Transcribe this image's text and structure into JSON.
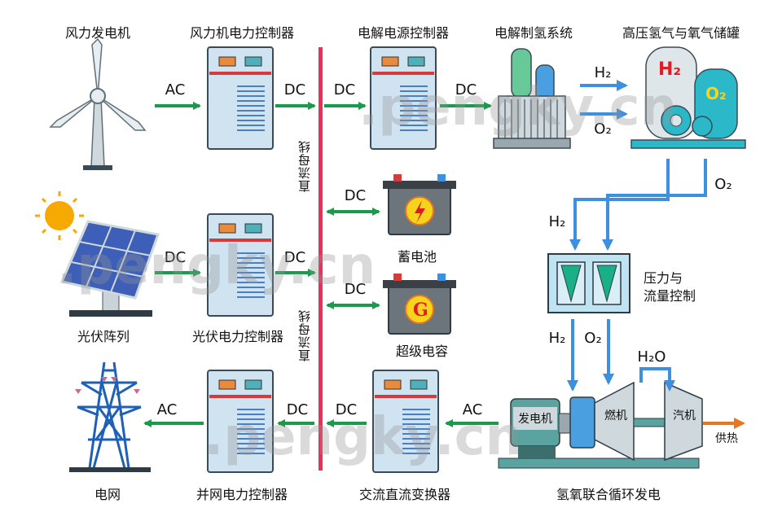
{
  "nodes": {
    "wind_turbine": "风力发电机",
    "wind_controller": "风力机电力控制器",
    "electrolysis_power_controller": "电解电源控制器",
    "electrolysis_system": "电解制氢系统",
    "storage_tanks": "高压氢气与氧气储罐",
    "pv_array": "光伏阵列",
    "pv_controller": "光伏电力控制器",
    "battery": "蓄电池",
    "supercapacitor": "超级电容",
    "pressure_flow_control_line1": "压力与",
    "pressure_flow_control_line2": "流量控制",
    "grid": "电网",
    "grid_controller": "并网电力控制器",
    "ac_dc_converter": "交流直流变换器",
    "combined_cycle": "氢氧联合循环发电",
    "generator": "发电机",
    "combustor": "燃机",
    "steam_turbine": "汽机",
    "heat_supply": "供热",
    "dc_bus": "直流母线"
  },
  "edges": {
    "ac": "AC",
    "dc": "DC",
    "h2": "H₂",
    "o2": "O₂",
    "h2o": "H₂O"
  },
  "tank_labels": {
    "h2": "H₂",
    "o2": "O₂"
  },
  "watermark": ".pengky.cn",
  "colors": {
    "bus": "#e8305a",
    "arrow_green": "#1a9a4a",
    "arrow_blue": "#3d8fe0",
    "arrow_orange": "#e87722",
    "cabinet": "#cfe3f1",
    "cabinet_stripe": "#d63a3a",
    "cabinet_lines": "#4a7fc0",
    "button_orange": "#e98a3c",
    "button_teal": "#4fb0b9",
    "sun": "#f6a900",
    "panel": "#3d5fb7",
    "pylon": "#1e5fb8",
    "ctrl_box": "#bfe3f0",
    "triangle": "#19b088",
    "tank_gray": "#dfe6ea",
    "tank_teal": "#2bb8c8",
    "h2_text": "#e01b24",
    "o2_text": "#f6d31c"
  }
}
